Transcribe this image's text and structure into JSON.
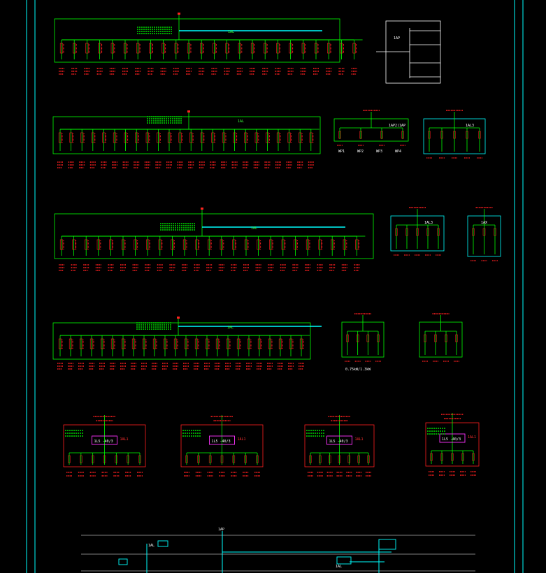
{
  "drawing": {
    "colors": {
      "background": "#000000",
      "frame": "#00ffff",
      "green": "#00ff00",
      "red": "#ff2020",
      "white": "#ffffff",
      "magenta": "#ff33ff",
      "yellow": "#ffff33"
    },
    "panels": [
      {
        "name": "1AL",
        "breakers": 24
      },
      {
        "name": "1AL",
        "breakers": 24
      },
      {
        "name": "1AL",
        "breakers": 25
      },
      {
        "name": "1AL",
        "breakers": 24
      }
    ],
    "small_panels": {
      "ap": "1AP",
      "apb_title": "1AP2(1AP",
      "wp_labels": [
        "WP1",
        "WP2",
        "WP3",
        "WP4"
      ],
      "al3": "1AL3",
      "al_mid": "1AL3",
      "ax": "1AX",
      "rating": "0.75kW/1.3kW"
    },
    "red_boxes": [
      {
        "name": "1AL1",
        "rating": "1L5 -40/3"
      },
      {
        "name": "1AL1",
        "rating": "1L5 -40/3"
      },
      {
        "name": "1AL1",
        "rating": "1L5 -40/3"
      },
      {
        "name": "1AL1",
        "rating": "1L5 -40/3"
      }
    ],
    "bottom": {
      "labels": [
        "1AP",
        "1AL",
        "1AL"
      ]
    }
  }
}
